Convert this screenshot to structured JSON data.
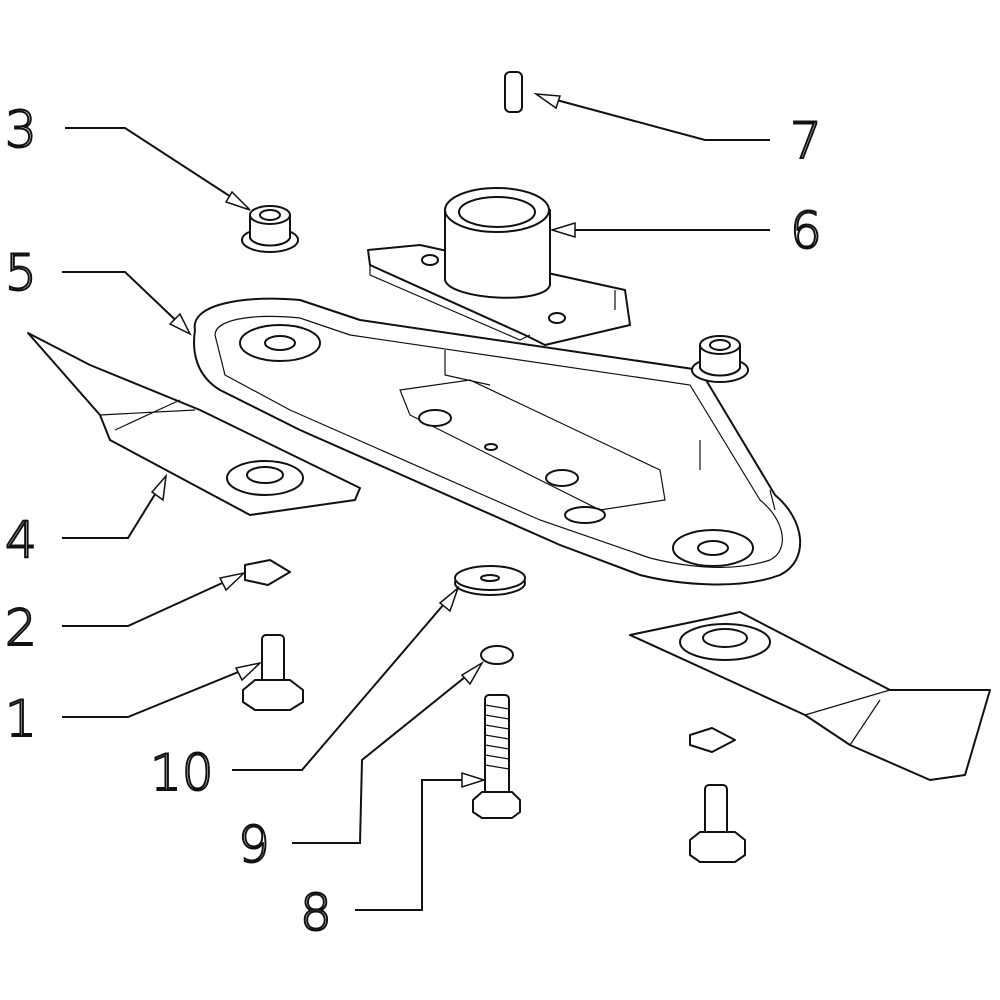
{
  "diagram": {
    "callouts": [
      {
        "id": "1",
        "label": "1"
      },
      {
        "id": "2",
        "label": "2"
      },
      {
        "id": "3",
        "label": "3"
      },
      {
        "id": "4",
        "label": "4"
      },
      {
        "id": "5",
        "label": "5"
      },
      {
        "id": "6",
        "label": "6"
      },
      {
        "id": "7",
        "label": "7"
      },
      {
        "id": "8",
        "label": "8"
      },
      {
        "id": "9",
        "label": "9"
      },
      {
        "id": "10",
        "label": "10"
      }
    ],
    "colors": {
      "line": "#111111",
      "background": "#ffffff"
    }
  }
}
